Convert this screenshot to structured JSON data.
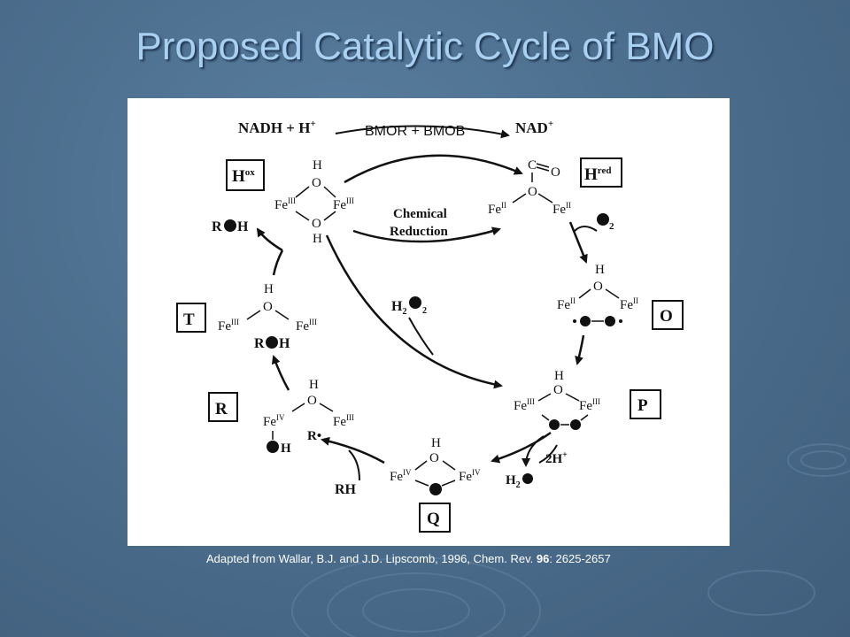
{
  "slide": {
    "title": "Proposed Catalytic Cycle of BMO",
    "caption_prefix": "Adapted from Wallar, B.J. and J.D. Lipscomb, 1996, Chem. Rev. ",
    "caption_volume": "96",
    "caption_suffix": ": 2625-2657"
  },
  "diagram": {
    "top_left_reagent": "NADH + H",
    "top_right_product": "NAD",
    "top_arrow_label": "BMOR + BMOB",
    "chemical_reduction_line1": "Chemical",
    "chemical_reduction_line2": "Reduction",
    "h2o2_label": "H",
    "two_h_label": "2H",
    "rh_label": "RH",
    "states": {
      "hox": "H",
      "hox_sup": "ox",
      "hred": "H",
      "hred_sup": "red",
      "o": "O",
      "p": "P",
      "q": "Q",
      "r": "R",
      "t": "T"
    },
    "products": {
      "roh": "R",
      "roh_h": "H",
      "h2o_h": "H"
    },
    "iron_labels": {
      "fe": "Fe",
      "fe3": "III",
      "fe2": "II",
      "fe4": "IV"
    },
    "r_radical": "R•",
    "o2_sub": "2"
  }
}
